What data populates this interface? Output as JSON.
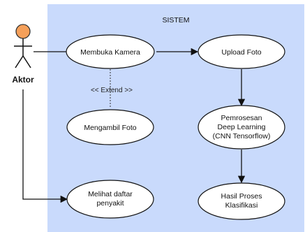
{
  "system": {
    "title": "SISTEM",
    "fill": "#c9dafc"
  },
  "actor": {
    "label": "Aktor",
    "head_color": "#f5a05a"
  },
  "use_cases": {
    "membuka_kamera": [
      "Membuka Kamera"
    ],
    "upload_foto": [
      "Upload Foto"
    ],
    "mengambil_foto": [
      "Mengambil Foto"
    ],
    "pemrosesan": [
      "Pemrosesan",
      "Deep Learning",
      "(CNN Tensorflow)"
    ],
    "melihat_daftar": [
      "Melihat daftar",
      "penyakit"
    ],
    "hasil_proses": [
      "Hasil Proses",
      "Klasifikasi"
    ]
  },
  "relations": {
    "extend_label": "<< Extend >>"
  }
}
